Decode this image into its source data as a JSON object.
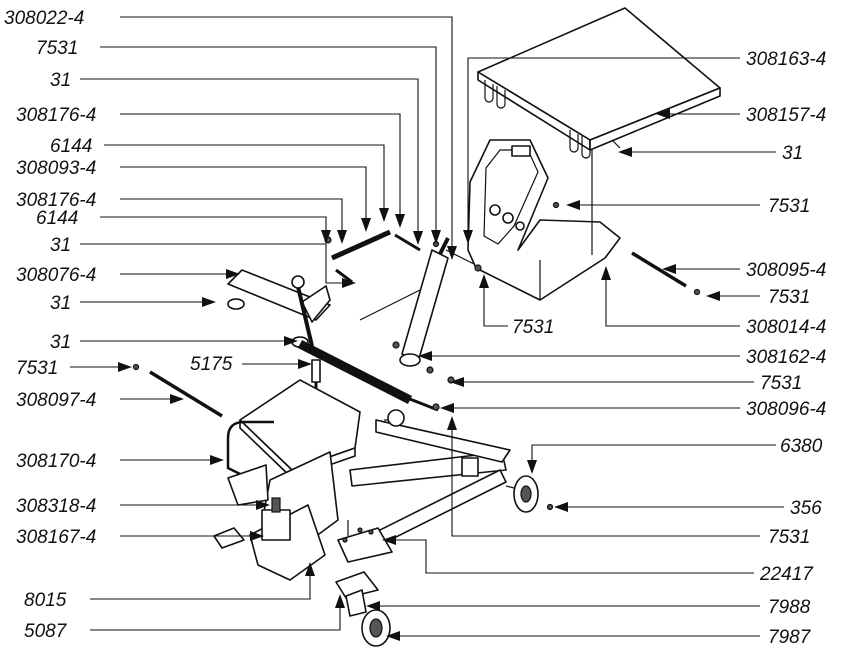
{
  "diagram": {
    "labels": {
      "l01": "308022-4",
      "l02": "7531",
      "l03": "31",
      "l04": "308176-4",
      "l05": "6144",
      "l06": "308093-4",
      "l07": "308176-4",
      "l08": "6144",
      "l09": "31",
      "l10": "308076-4",
      "l11": "31",
      "l12": "31",
      "l13": "5175",
      "l14": "7531",
      "l15": "308097-4",
      "l16": "308170-4",
      "l17": "308318-4",
      "l18": "308167-4",
      "l19": "8015",
      "l20": "5087",
      "r01": "308163-4",
      "r02": "308157-4",
      "r03": "31",
      "r04": "7531",
      "r05": "308095-4",
      "r06": "7531",
      "r07": "308014-4",
      "r08": "7531",
      "r09": "308162-4",
      "r10": "7531",
      "r11": "308096-4",
      "r12": "6380",
      "r13": "356",
      "r14": "7531",
      "r15": "22417",
      "r16": "7988",
      "r17": "7987"
    }
  }
}
